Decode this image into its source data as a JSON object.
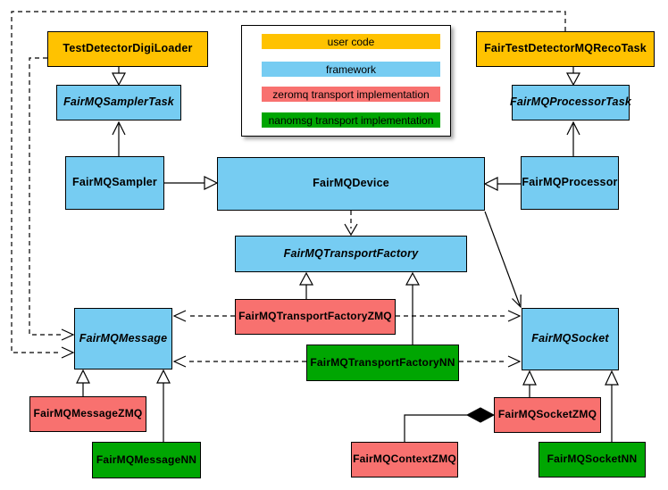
{
  "colors": {
    "user_code": "#FFC200",
    "framework": "#76CCF2",
    "zeromq": "#F8716F",
    "nanomsg": "#00A602",
    "border": "#000000",
    "background": "#FFFFFF"
  },
  "legend": {
    "items": [
      {
        "label": "user code",
        "color_key": "user_code"
      },
      {
        "label": "framework",
        "color_key": "framework"
      },
      {
        "label": "zeromq transport implementation",
        "color_key": "zeromq"
      },
      {
        "label": "nanomsg transport implementation",
        "color_key": "nanomsg"
      }
    ]
  },
  "nodes": {
    "test_detector_digi_loader": {
      "label": "TestDetectorDigiLoader",
      "category": "user_code",
      "abstract": false
    },
    "fairmq_sampler_task": {
      "label": "FairMQSamplerTask",
      "category": "framework",
      "abstract": true
    },
    "fairmq_sampler": {
      "label": "FairMQSampler",
      "category": "framework",
      "abstract": false
    },
    "fair_test_detector_mq_reco_task": {
      "label": "FairTestDetectorMQRecoTask",
      "category": "user_code",
      "abstract": false
    },
    "fairmq_processor_task": {
      "label": "FairMQProcessorTask",
      "category": "framework",
      "abstract": true
    },
    "fairmq_processor": {
      "label": "FairMQProcessor",
      "category": "framework",
      "abstract": false
    },
    "fairmq_device": {
      "label": "FairMQDevice",
      "category": "framework",
      "abstract": false
    },
    "fairmq_transport_factory": {
      "label": "FairMQTransportFactory",
      "category": "framework",
      "abstract": true
    },
    "fairmq_transport_factory_zmq": {
      "label": "FairMQTransportFactoryZMQ",
      "category": "zeromq",
      "abstract": false
    },
    "fairmq_transport_factory_nn": {
      "label": "FairMQTransportFactoryNN",
      "category": "nanomsg",
      "abstract": false
    },
    "fairmq_message": {
      "label": "FairMQMessage",
      "category": "framework",
      "abstract": true
    },
    "fairmq_socket": {
      "label": "FairMQSocket",
      "category": "framework",
      "abstract": true
    },
    "fairmq_message_zmq": {
      "label": "FairMQMessageZMQ",
      "category": "zeromq",
      "abstract": false
    },
    "fairmq_message_nn": {
      "label": "FairMQMessageNN",
      "category": "nanomsg",
      "abstract": false
    },
    "fairmq_context_zmq": {
      "label": "FairMQContextZMQ",
      "category": "zeromq",
      "abstract": false
    },
    "fairmq_socket_zmq": {
      "label": "FairMQSocketZMQ",
      "category": "zeromq",
      "abstract": false
    },
    "fairmq_socket_nn": {
      "label": "FairMQSocketNN",
      "category": "nanomsg",
      "abstract": false
    }
  },
  "edges": [
    {
      "from": "test_detector_digi_loader",
      "to": "fairmq_sampler_task",
      "line": "solid",
      "arrow": "triangle"
    },
    {
      "from": "fairmq_sampler",
      "to": "fairmq_sampler_task",
      "line": "solid",
      "arrow": "open"
    },
    {
      "from": "fair_test_detector_mq_reco_task",
      "to": "fairmq_processor_task",
      "line": "solid",
      "arrow": "triangle"
    },
    {
      "from": "fairmq_processor",
      "to": "fairmq_processor_task",
      "line": "solid",
      "arrow": "open"
    },
    {
      "from": "fairmq_sampler",
      "to": "fairmq_device",
      "line": "solid",
      "arrow": "triangle"
    },
    {
      "from": "fairmq_processor",
      "to": "fairmq_device",
      "line": "solid",
      "arrow": "triangle"
    },
    {
      "from": "fairmq_device",
      "to": "fairmq_transport_factory",
      "line": "dashed",
      "arrow": "open"
    },
    {
      "from": "fairmq_device",
      "to": "fairmq_socket",
      "line": "solid",
      "arrow": "open"
    },
    {
      "from": "fairmq_transport_factory_zmq",
      "to": "fairmq_transport_factory",
      "line": "solid",
      "arrow": "triangle"
    },
    {
      "from": "fairmq_transport_factory_nn",
      "to": "fairmq_transport_factory",
      "line": "solid",
      "arrow": "triangle"
    },
    {
      "from": "fairmq_transport_factory_zmq",
      "to": "fairmq_message",
      "line": "dashed",
      "arrow": "open"
    },
    {
      "from": "fairmq_transport_factory_zmq",
      "to": "fairmq_socket",
      "line": "dashed",
      "arrow": "open"
    },
    {
      "from": "fairmq_transport_factory_nn",
      "to": "fairmq_message",
      "line": "dashed",
      "arrow": "open"
    },
    {
      "from": "fairmq_transport_factory_nn",
      "to": "fairmq_socket",
      "line": "dashed",
      "arrow": "open"
    },
    {
      "from": "test_detector_digi_loader",
      "to": "fairmq_message",
      "line": "dashed",
      "arrow": "open"
    },
    {
      "from": "fair_test_detector_mq_reco_task",
      "to": "fairmq_message",
      "line": "dashed",
      "arrow": "open"
    },
    {
      "from": "fairmq_message_zmq",
      "to": "fairmq_message",
      "line": "solid",
      "arrow": "triangle"
    },
    {
      "from": "fairmq_message_nn",
      "to": "fairmq_message",
      "line": "solid",
      "arrow": "triangle"
    },
    {
      "from": "fairmq_socket_zmq",
      "to": "fairmq_socket",
      "line": "solid",
      "arrow": "triangle"
    },
    {
      "from": "fairmq_socket_nn",
      "to": "fairmq_socket",
      "line": "solid",
      "arrow": "triangle"
    },
    {
      "from": "fairmq_context_zmq",
      "to": "fairmq_socket_zmq",
      "line": "solid",
      "arrow": "diamond"
    }
  ]
}
